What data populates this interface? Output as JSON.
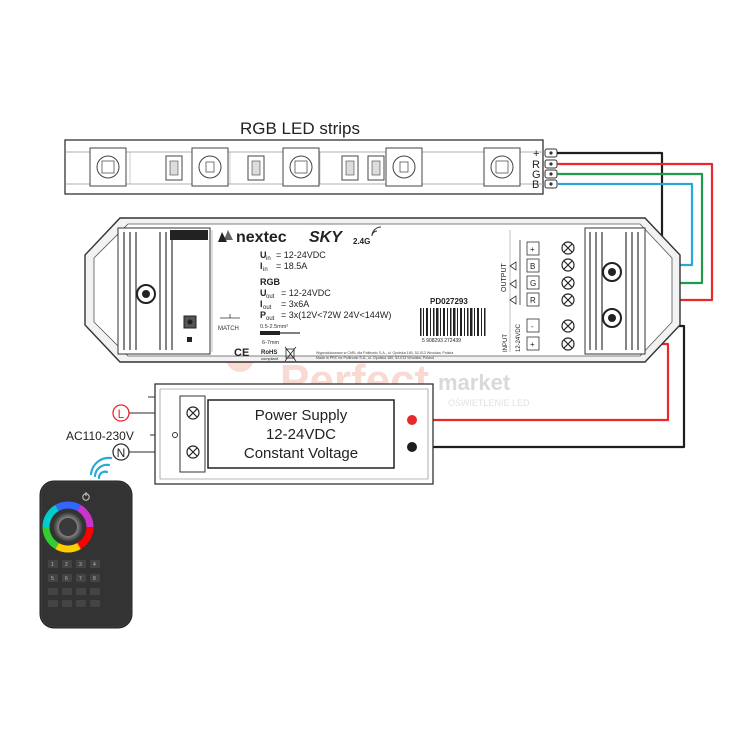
{
  "strip": {
    "title": "RGB LED strips",
    "pins": [
      "+",
      "R",
      "G",
      "B"
    ]
  },
  "controller": {
    "brand": "nextec",
    "model": "SKY",
    "band": "2.4G",
    "u_in_label": "U",
    "u_in_sub": "in",
    "u_in_value": "= 12-24VDC",
    "i_in_label": "I",
    "i_in_sub": "in",
    "i_in_value": "= 18.5A",
    "rgb_label": "RGB",
    "u_out_label": "U",
    "u_out_sub": "out",
    "u_out_value": "= 12-24VDC",
    "i_out_label": "I",
    "i_out_sub": "out",
    "i_out_value": "= 3x6A",
    "p_out_label": "P",
    "p_out_sub": "out",
    "p_out_value": "= 3x(12V<72W 24V<144W)",
    "part_number": "PD027293",
    "match_label": "MATCH",
    "wire_size": "0.5-2.5mm²",
    "strip_length": "6-7mm",
    "ce": "CE",
    "rohs": "RoHS",
    "rohs_sub": "compliant",
    "made_in_1": "Wyprodukowano w ChRL dla Politronic S.A., ul. Opolska 180, 52-013 Wrocław, Polska",
    "made_in_2": "Made in PRC for Politronic S.A., ul. Opolska 180, 52-013 Wrocław, Poland",
    "barcode_number": "5 908293 272439",
    "output_label": "OUTPUT",
    "output_terminals": [
      "+",
      "B",
      "G",
      "R"
    ],
    "input_label": "INPUT",
    "input_voltage": "12-24VDC",
    "input_terminals": [
      "-",
      "+"
    ]
  },
  "psu": {
    "line1": "Power Supply",
    "line2": "12-24VDC",
    "line3": "Constant Voltage",
    "ac_label": "AC110-230V",
    "live": "L",
    "neutral": "N"
  },
  "watermark": {
    "brand": "Perfect",
    "suffix": "market",
    "tagline": "OŚWIETLENIE LED"
  },
  "colors": {
    "red": "#e8282b",
    "green": "#1f9b4e",
    "blue": "#2aa7d8",
    "black": "#1e1e1e",
    "casing": "#f2f2f2",
    "remote": "#333333"
  },
  "remote": {
    "keys": [
      "1",
      "2",
      "3",
      "4",
      "5",
      "6",
      "7",
      "8"
    ]
  }
}
